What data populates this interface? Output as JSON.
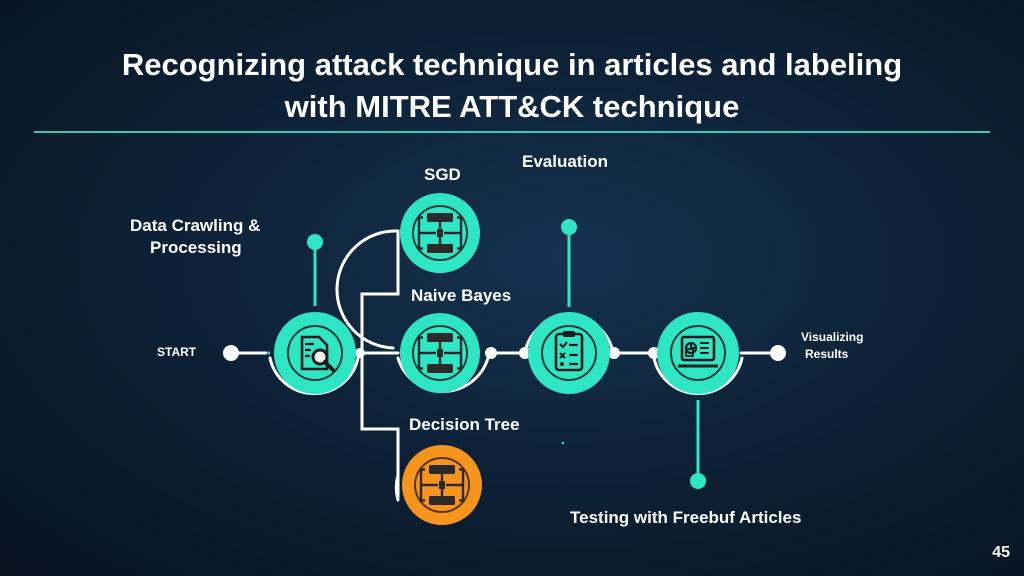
{
  "slide": {
    "title_line1": "Recognizing attack technique in articles and labeling",
    "title_line2": "with MITRE ATT&CK technique",
    "page_number": "45"
  },
  "labels": {
    "start": "START",
    "crawl_line1": "Data Crawling &",
    "crawl_line2": "Processing",
    "sgd": "SGD",
    "naive_bayes": "Naive Bayes",
    "decision_tree": "Decision Tree",
    "evaluation": "Evaluation",
    "testing": "Testing with Freebuf Articles",
    "visualizing_line1": "Visualizing",
    "visualizing_line2": "Results"
  },
  "nodes": [
    {
      "name": "data-crawling-node",
      "icon": "document-search-icon",
      "fill": "#2ee6c4"
    },
    {
      "name": "sgd-node",
      "icon": "flowchart-icon",
      "fill": "#2ee6c4"
    },
    {
      "name": "naive-bayes-node",
      "icon": "flowchart-icon",
      "fill": "#2ee6c4"
    },
    {
      "name": "decision-tree-node",
      "icon": "flowchart-icon",
      "fill": "#f7941d",
      "selected": true
    },
    {
      "name": "evaluation-node",
      "icon": "checklist-icon",
      "fill": "#2ee6c4"
    },
    {
      "name": "visualizing-node",
      "icon": "monitor-dashboard-icon",
      "fill": "#2ee6c4"
    }
  ],
  "colors": {
    "accent": "#2ee6c4",
    "highlight": "#f7941d",
    "connector": "#ffffff",
    "icon_dark": "#1b1b1b"
  }
}
